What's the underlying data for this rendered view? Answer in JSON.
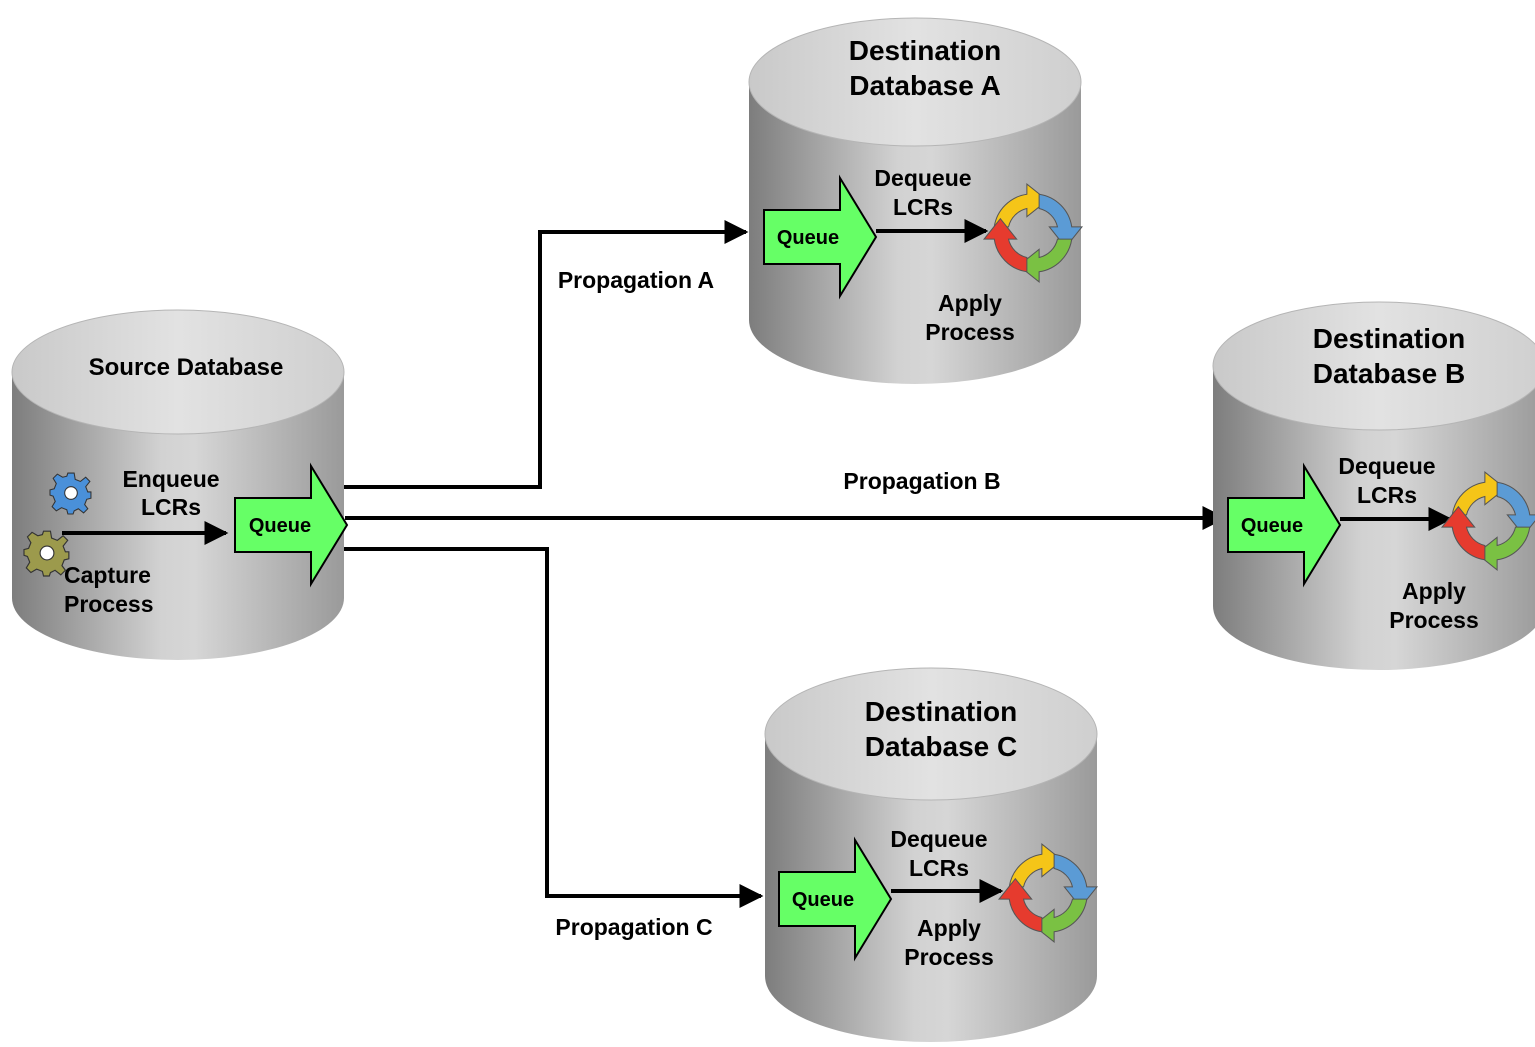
{
  "colors": {
    "cylinder_light": "#dcdcdc",
    "cylinder_dark": "#8a8a8a",
    "queue_green": "#66ff66",
    "line": "#000000",
    "gear_blue": "#4a90d9",
    "gear_olive": "#9c9a4c",
    "cycle_yellow": "#f5c518",
    "cycle_blue": "#5b9bd5",
    "cycle_green": "#7ac143",
    "cycle_red": "#e63b2e"
  },
  "source": {
    "title": "Source Database",
    "enqueue_line1": "Enqueue",
    "enqueue_line2": "LCRs",
    "capture_line1": "Capture",
    "capture_line2": "Process",
    "queue_label": "Queue",
    "icon": "gears-icon"
  },
  "destinations": [
    {
      "key": "a",
      "title_line1": "Destination",
      "title_line2": "Database A",
      "dequeue_line1": "Dequeue",
      "dequeue_line2": "LCRs",
      "apply_line1": "Apply",
      "apply_line2": "Process",
      "queue_label": "Queue",
      "icon": "cycle-arrows-icon"
    },
    {
      "key": "b",
      "title_line1": "Destination",
      "title_line2": "Database B",
      "dequeue_line1": "Dequeue",
      "dequeue_line2": "LCRs",
      "apply_line1": "Apply",
      "apply_line2": "Process",
      "queue_label": "Queue",
      "icon": "cycle-arrows-icon"
    },
    {
      "key": "c",
      "title_line1": "Destination",
      "title_line2": "Database C",
      "dequeue_line1": "Dequeue",
      "dequeue_line2": "LCRs",
      "apply_line1": "Apply",
      "apply_line2": "Process",
      "queue_label": "Queue",
      "icon": "cycle-arrows-icon"
    }
  ],
  "propagations": [
    {
      "key": "a",
      "label": "Propagation A"
    },
    {
      "key": "b",
      "label": "Propagation B"
    },
    {
      "key": "c",
      "label": "Propagation C"
    }
  ]
}
